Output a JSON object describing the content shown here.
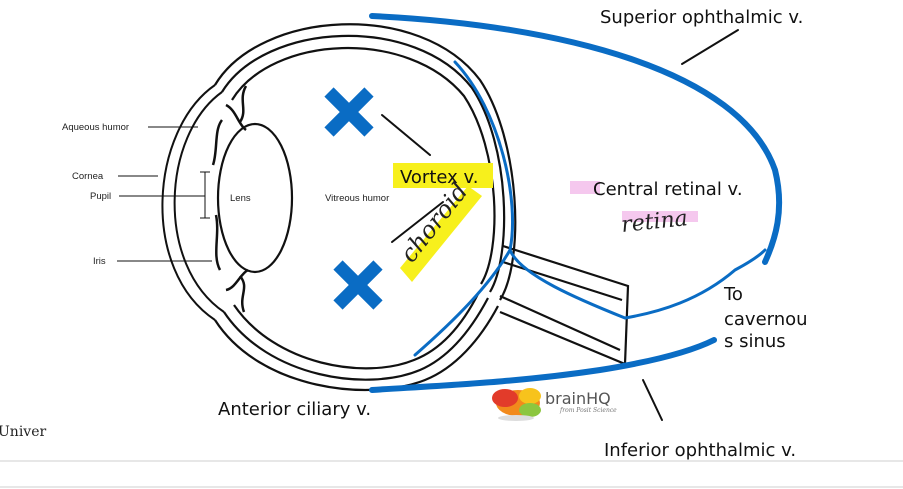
{
  "diagram": {
    "labels": {
      "superior_ophthalmic": "Superior ophthalmic v.",
      "vortex": "Vortex v.",
      "central_retinal": "Central retinal v.",
      "to_cavernous_line1": "To",
      "to_cavernous_line2": "cavernou",
      "to_cavernous_line3": "s sinus",
      "anterior_ciliary": "Anterior ciliary v.",
      "inferior_ophthalmic": "Inferior ophthalmic v."
    },
    "anatomy_labels": {
      "aqueous_humor": "Aqueous humor",
      "cornea": "Cornea",
      "pupil": "Pupil",
      "iris": "Iris",
      "lens": "Lens",
      "vitreous_humor": "Vitreous humor"
    },
    "handwritten": {
      "choroid": "choroid",
      "retina": "retina"
    },
    "watermark": {
      "brand": "brainHQ",
      "sub": "from Posit Science"
    },
    "cropped_text": "Univer"
  },
  "colors": {
    "vein_blue": "#0a6cc4",
    "highlight_yellow": "#f7f01c",
    "highlight_pink": "#f5c8ee",
    "outline": "#111111"
  }
}
